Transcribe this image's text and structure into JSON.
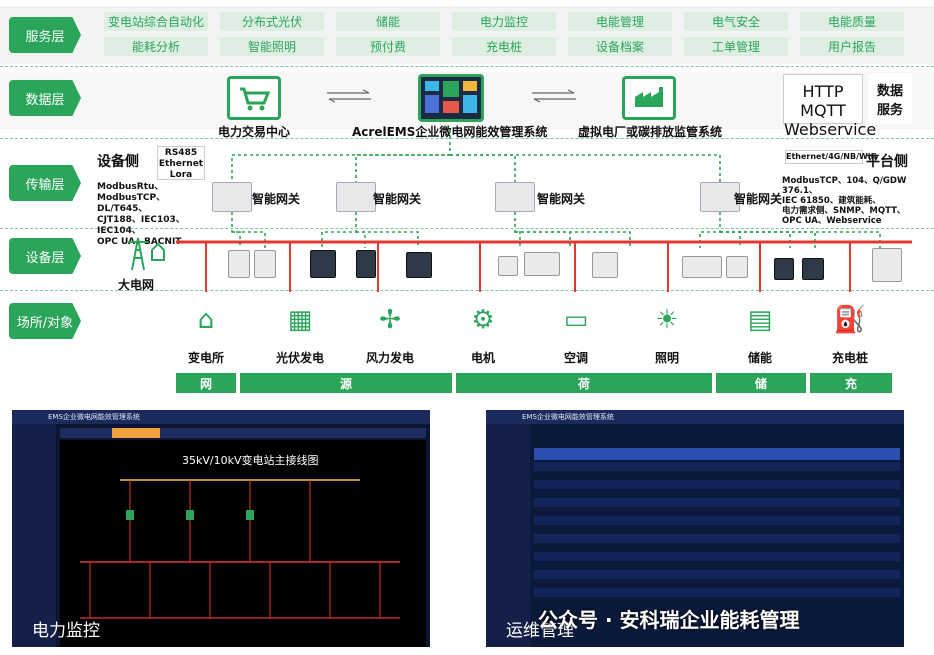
{
  "layers": {
    "service": "服务层",
    "data": "数据层",
    "transport": "传输层",
    "device": "设备层",
    "site": "场所/对象"
  },
  "services": [
    "变电站综合自动化",
    "分布式光伏",
    "储能",
    "电力监控",
    "电能管理",
    "电气安全",
    "电能质量",
    "能耗分析",
    "智能照明",
    "预付费",
    "充电桩",
    "设备档案",
    "工单管理",
    "用户报告"
  ],
  "data_layer": {
    "left_system": "电力交易中心",
    "center_system": "AcrelEMS企业微电网能效管理系统",
    "right_system": "虚拟电厂或碳排放监管系统",
    "protocols": "HTTP\nMQTT\nWebservice",
    "data_service": "数据\n服务"
  },
  "transport_layer": {
    "device_side": "设备侧",
    "device_media": "RS485\nEthernet\nLora",
    "device_protocols": "ModbusRtu、\nModbusTCP、DL/T645、\nCJT188、IEC103、IEC104、\nOPC UA、BACNIT",
    "gateway_label": "智能网关",
    "platform_side": "平台侧",
    "platform_media": "Ethernet/4G/NB/Wifi",
    "platform_protocols": "ModbusTCP、104、Q/GDW 376.1、\nIEC 61850、建筑能耗、\n电力需求侧、SNMP、MQTT、\nOPC UA、Webservice"
  },
  "device_layer": {
    "grid_label": "大电网"
  },
  "sites": [
    "变电所",
    "光伏发电",
    "风力发电",
    "电机",
    "空调",
    "照明",
    "储能",
    "充电桩"
  ],
  "categories": [
    "网",
    "源",
    "荷",
    "储",
    "充"
  ],
  "screens": {
    "left_caption": "电力监控",
    "left_title": "35kV/10kV变电站主接线图",
    "left_app": "EMS企业微电网能效管理系统",
    "right_caption": "运维管理",
    "right_app": "EMS企业微电网能效管理系统"
  },
  "watermark": "公众号 · 安科瑞企业能耗管理",
  "colors": {
    "accent": "#2aa55a",
    "bus": "#e03a2f",
    "dashed": "#2aa55a"
  }
}
